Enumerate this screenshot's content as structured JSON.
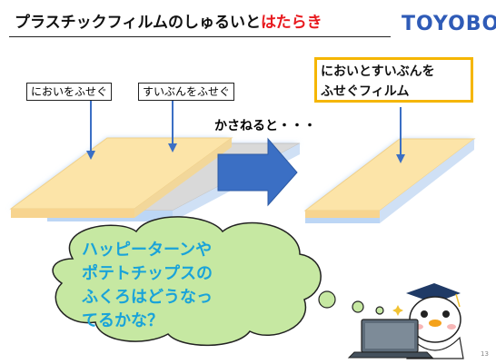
{
  "title": {
    "main": "プラスチックフィルムのしゅるいと",
    "accent": "はたらき"
  },
  "logo": "TOYOBO",
  "labels": {
    "odor_film": "においをふせぐ",
    "water_film": "すいぶんをふせぐ"
  },
  "overlap_text": "かさねると・・・",
  "result": {
    "line1": "においとすいぶんを",
    "line2": "ふせぐフィルム"
  },
  "bubble": {
    "line1": "ハッピーターンや",
    "line2": "ポテトチップスの",
    "line3": "ふくろはどうなっ",
    "line4": "てるかな？"
  },
  "page_number": "13",
  "colors": {
    "film_yellow": "#fce4a8",
    "film_glow": "#bcd6f5",
    "film_gray": "#d9d9d9",
    "arrow_blue": "#3b6fc4",
    "result_border": "#f5b600",
    "bubble_fill": "#c6e8a2",
    "bubble_text": "#19a3d9",
    "title_accent": "#e8191e",
    "logo_blue": "#2f5bb7"
  }
}
